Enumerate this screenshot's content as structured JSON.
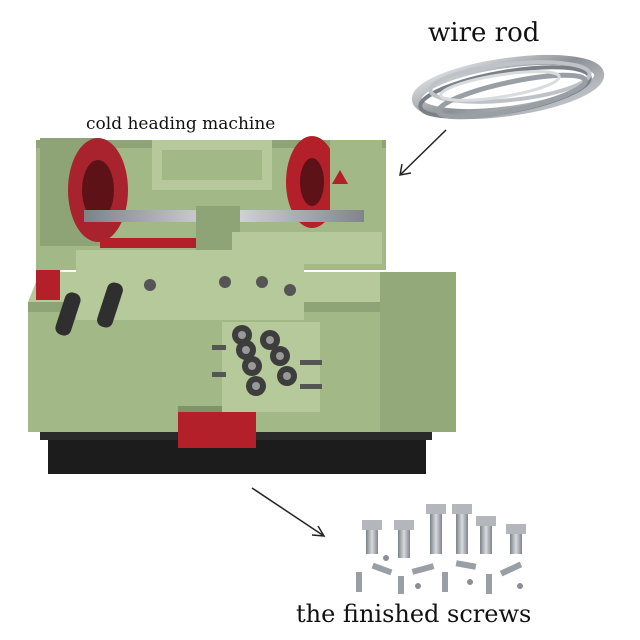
{
  "labels": {
    "wire_rod": "wire rod",
    "cold_heading_machine": "cold heading machine",
    "finished_screws": "the finished screws"
  },
  "colors": {
    "machine_green": "#a3b887",
    "machine_shadow": "#7e9368",
    "accent_red": "#b3202a",
    "base_black": "#1c1c1c",
    "steel_grey": "#9a9fa6"
  }
}
